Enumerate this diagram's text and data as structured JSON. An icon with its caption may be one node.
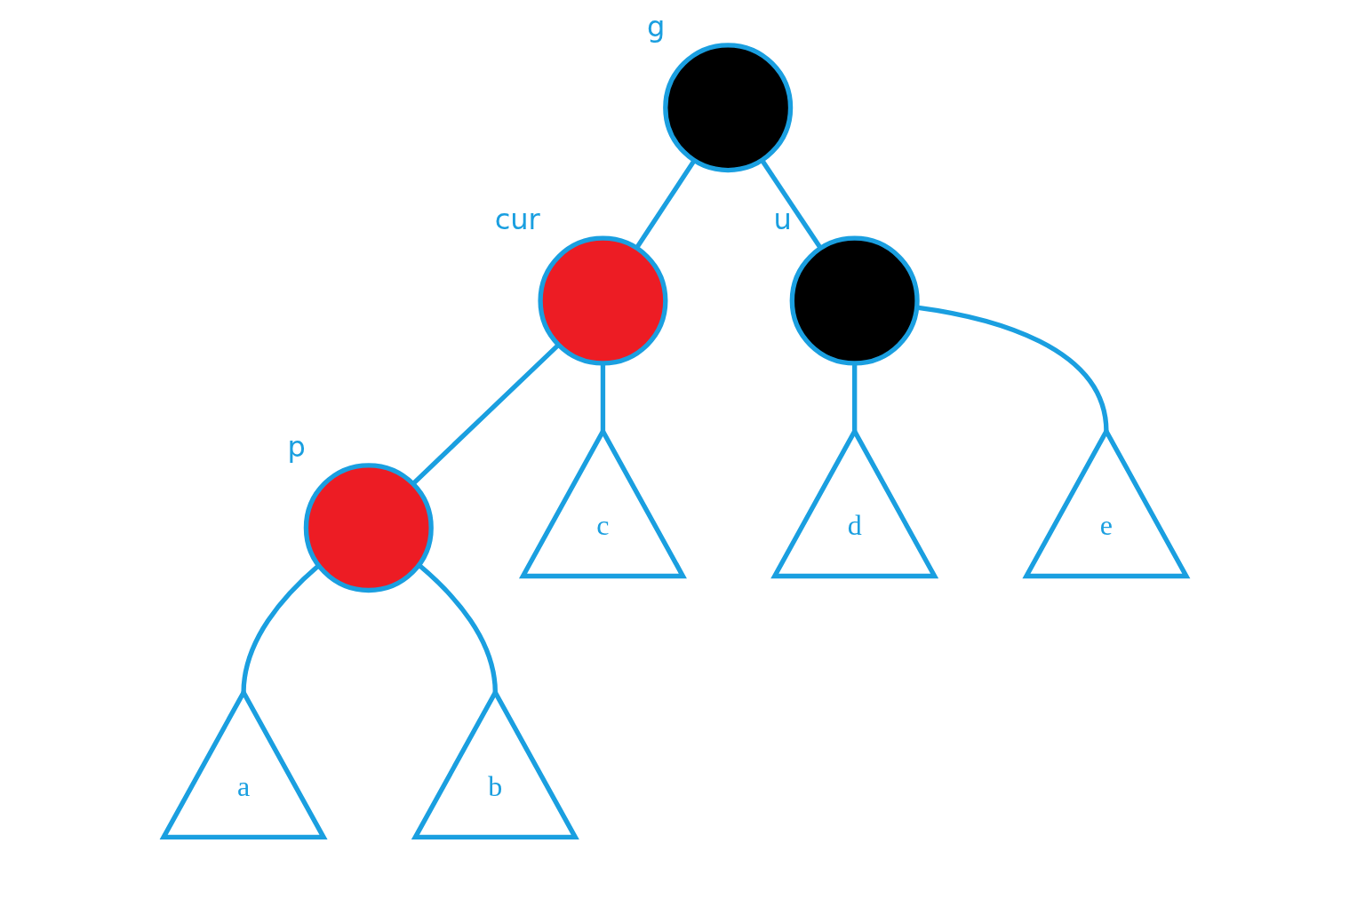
{
  "diagram": {
    "nodes": [
      {
        "text": [],
        "shape": "circle",
        "beside": [
          "g"
        ]
      },
      {
        "text": [],
        "shape": "circle",
        "beside": [
          "cur"
        ]
      },
      {
        "text": [],
        "shape": "circle",
        "beside": [
          "u"
        ]
      },
      {
        "text": [],
        "shape": "circle",
        "beside": [
          "p"
        ]
      },
      {
        "text": [
          "a"
        ]
      },
      {
        "text": [
          "b"
        ]
      },
      {
        "text": [
          "c"
        ]
      },
      {
        "text": [
          "d"
        ]
      },
      {
        "text": [
          "e"
        ]
      }
    ],
    "edges": [
      {
        "from": 0,
        "to": 1,
        "arrow": "none"
      },
      {
        "from": 0,
        "to": 2,
        "arrow": "none"
      },
      {
        "from": 1,
        "to": 3,
        "arrow": "none"
      },
      {
        "from": 1,
        "to": 6,
        "arrow": "none"
      },
      {
        "from": 3,
        "to": 4,
        "arrow": "none"
      },
      {
        "from": 3,
        "to": 5,
        "arrow": "none"
      },
      {
        "from": 2,
        "to": 7,
        "arrow": "none"
      },
      {
        "from": 2,
        "to": 8,
        "arrow": "none"
      }
    ]
  }
}
